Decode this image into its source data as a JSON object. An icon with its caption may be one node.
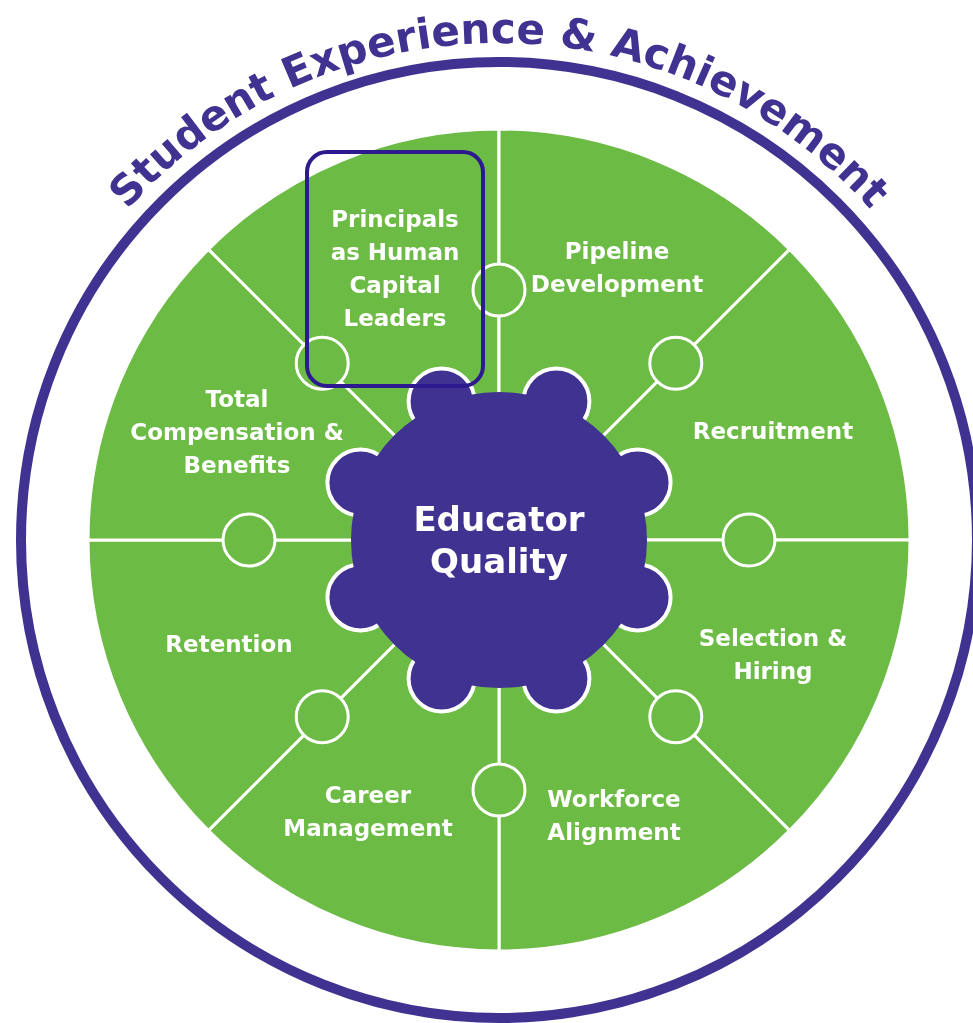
{
  "diagram": {
    "nodes": [
      {
        "text": [
          "Student Experience & Achievement"
        ]
      },
      {
        "text": [
          "Principals as Human Capital Leaders"
        ],
        "in": 0
      },
      {
        "text": [
          "Pipeline Development"
        ],
        "in": 0
      },
      {
        "text": [
          "Recruitment"
        ],
        "in": 0
      },
      {
        "text": [
          "Selection & Hiring"
        ],
        "in": 0
      },
      {
        "text": [
          "Workforce Alignment"
        ],
        "in": 0
      },
      {
        "text": [
          "Career Management"
        ],
        "in": 0
      },
      {
        "text": [
          "Retention"
        ],
        "in": 0
      },
      {
        "text": [
          "Total Compensation & Benefits"
        ],
        "in": 0
      },
      {
        "text": [
          "Educator Quality"
        ],
        "in": 0
      }
    ]
  }
}
